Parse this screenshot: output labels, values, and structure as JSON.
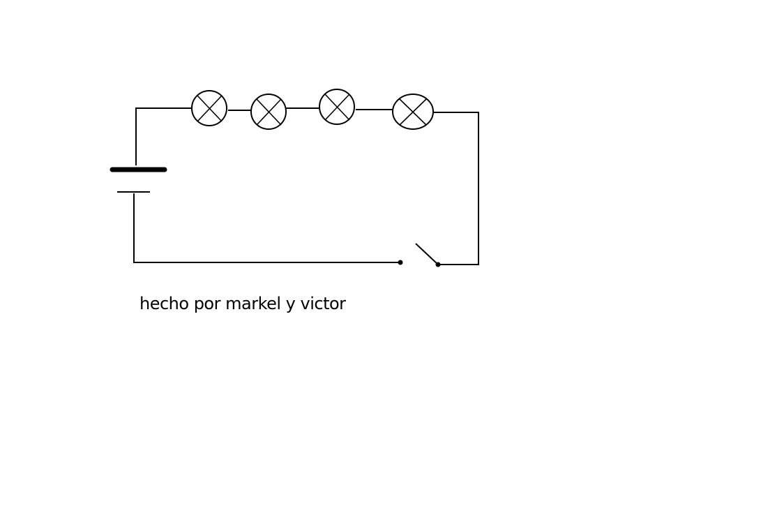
{
  "diagram": {
    "caption": "hecho por markel y victor",
    "components": {
      "battery": {
        "type": "battery"
      },
      "bulbs": [
        {
          "type": "lamp"
        },
        {
          "type": "lamp"
        },
        {
          "type": "lamp"
        },
        {
          "type": "lamp"
        }
      ],
      "switch": {
        "type": "switch",
        "state": "open"
      }
    },
    "colors": {
      "line": "#000000",
      "background": "#ffffff"
    }
  }
}
